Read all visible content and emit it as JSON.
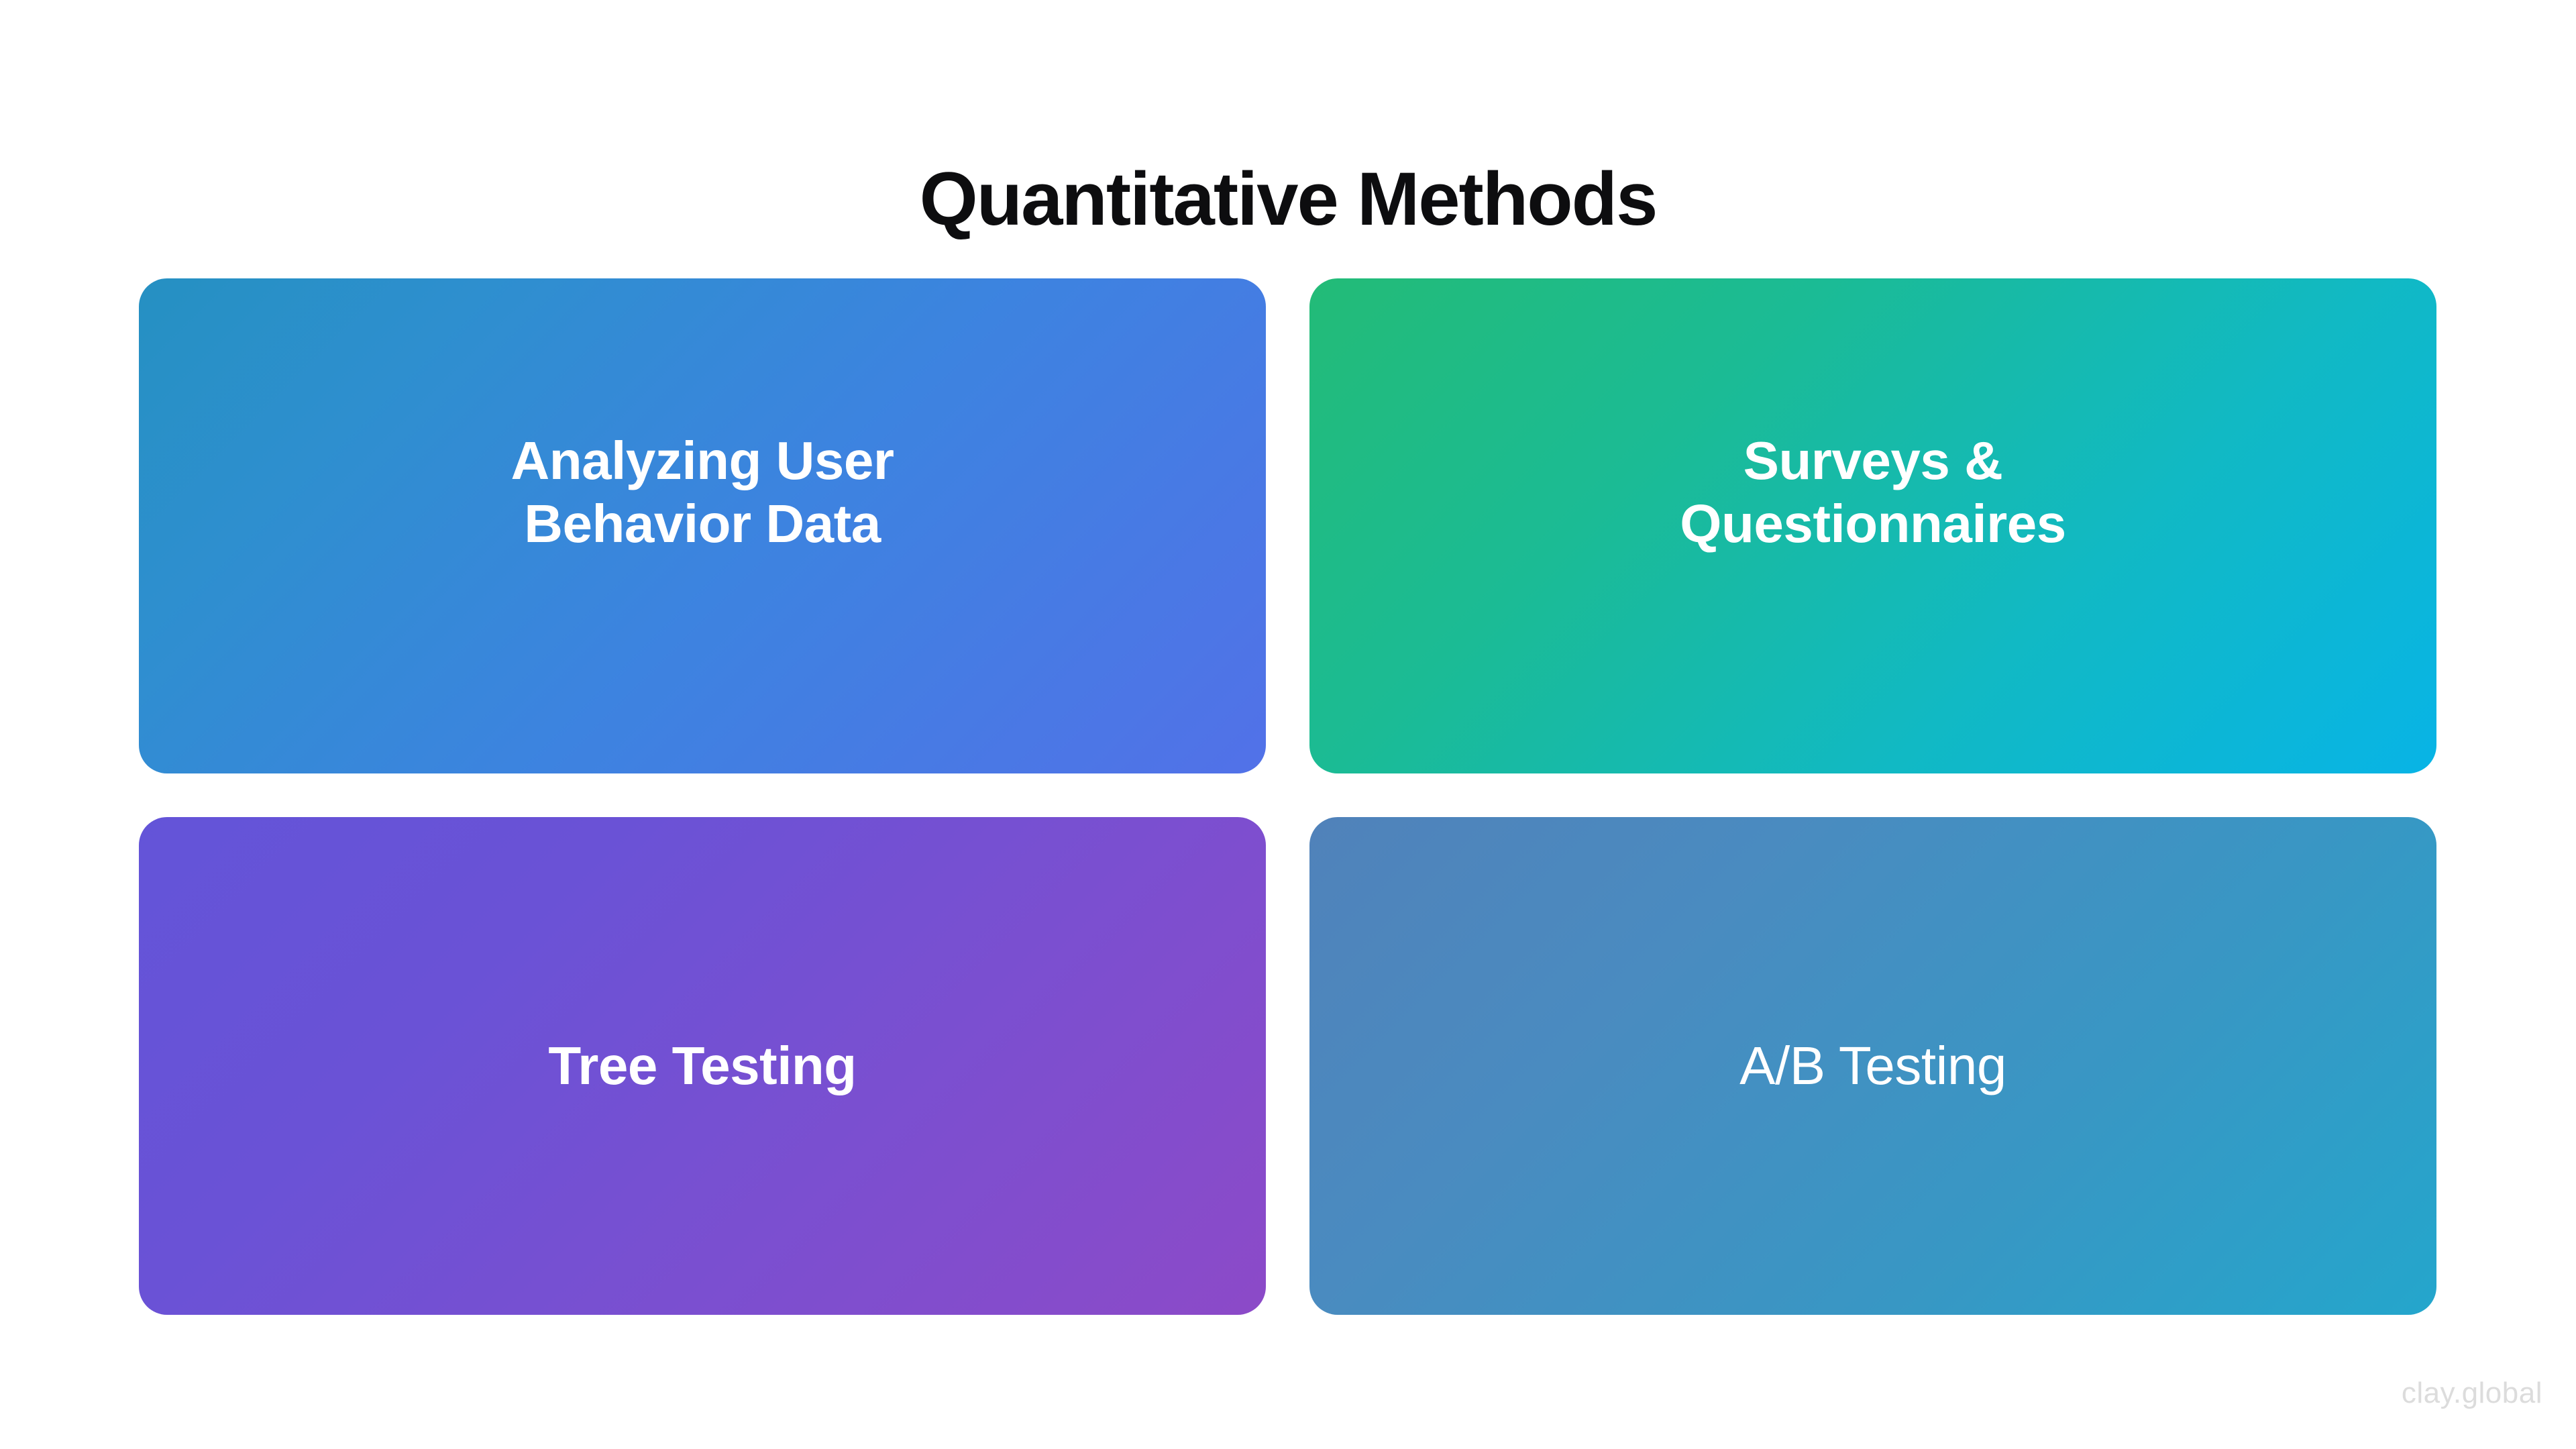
{
  "slide": {
    "title": "Quantitative Methods",
    "background_color": "#ffffff",
    "title_color": "#0d0d0f"
  },
  "cards": [
    {
      "label": "Analyzing User\nBehavior Data",
      "name": "card-analyzing-user-behavior-data",
      "gradient_from": "#2590c2",
      "gradient_to": "#5271e8",
      "text_color": "#ffffff"
    },
    {
      "label": "Surveys &\nQuestionnaires",
      "name": "card-surveys-questionnaires",
      "gradient_from": "#23bb77",
      "gradient_to": "#08b4e6",
      "text_color": "#ffffff"
    },
    {
      "label": "Tree Testing",
      "name": "card-tree-testing",
      "gradient_from": "#6354d8",
      "gradient_to": "#8c4ac8",
      "text_color": "#ffffff"
    },
    {
      "label": "A/B Testing",
      "name": "card-ab-testing",
      "gradient_from": "#5082ba",
      "gradient_to": "#24a6cc",
      "text_color": "#ffffff"
    }
  ],
  "watermark": {
    "text": "clay.global",
    "color": "#dcdcdc"
  }
}
